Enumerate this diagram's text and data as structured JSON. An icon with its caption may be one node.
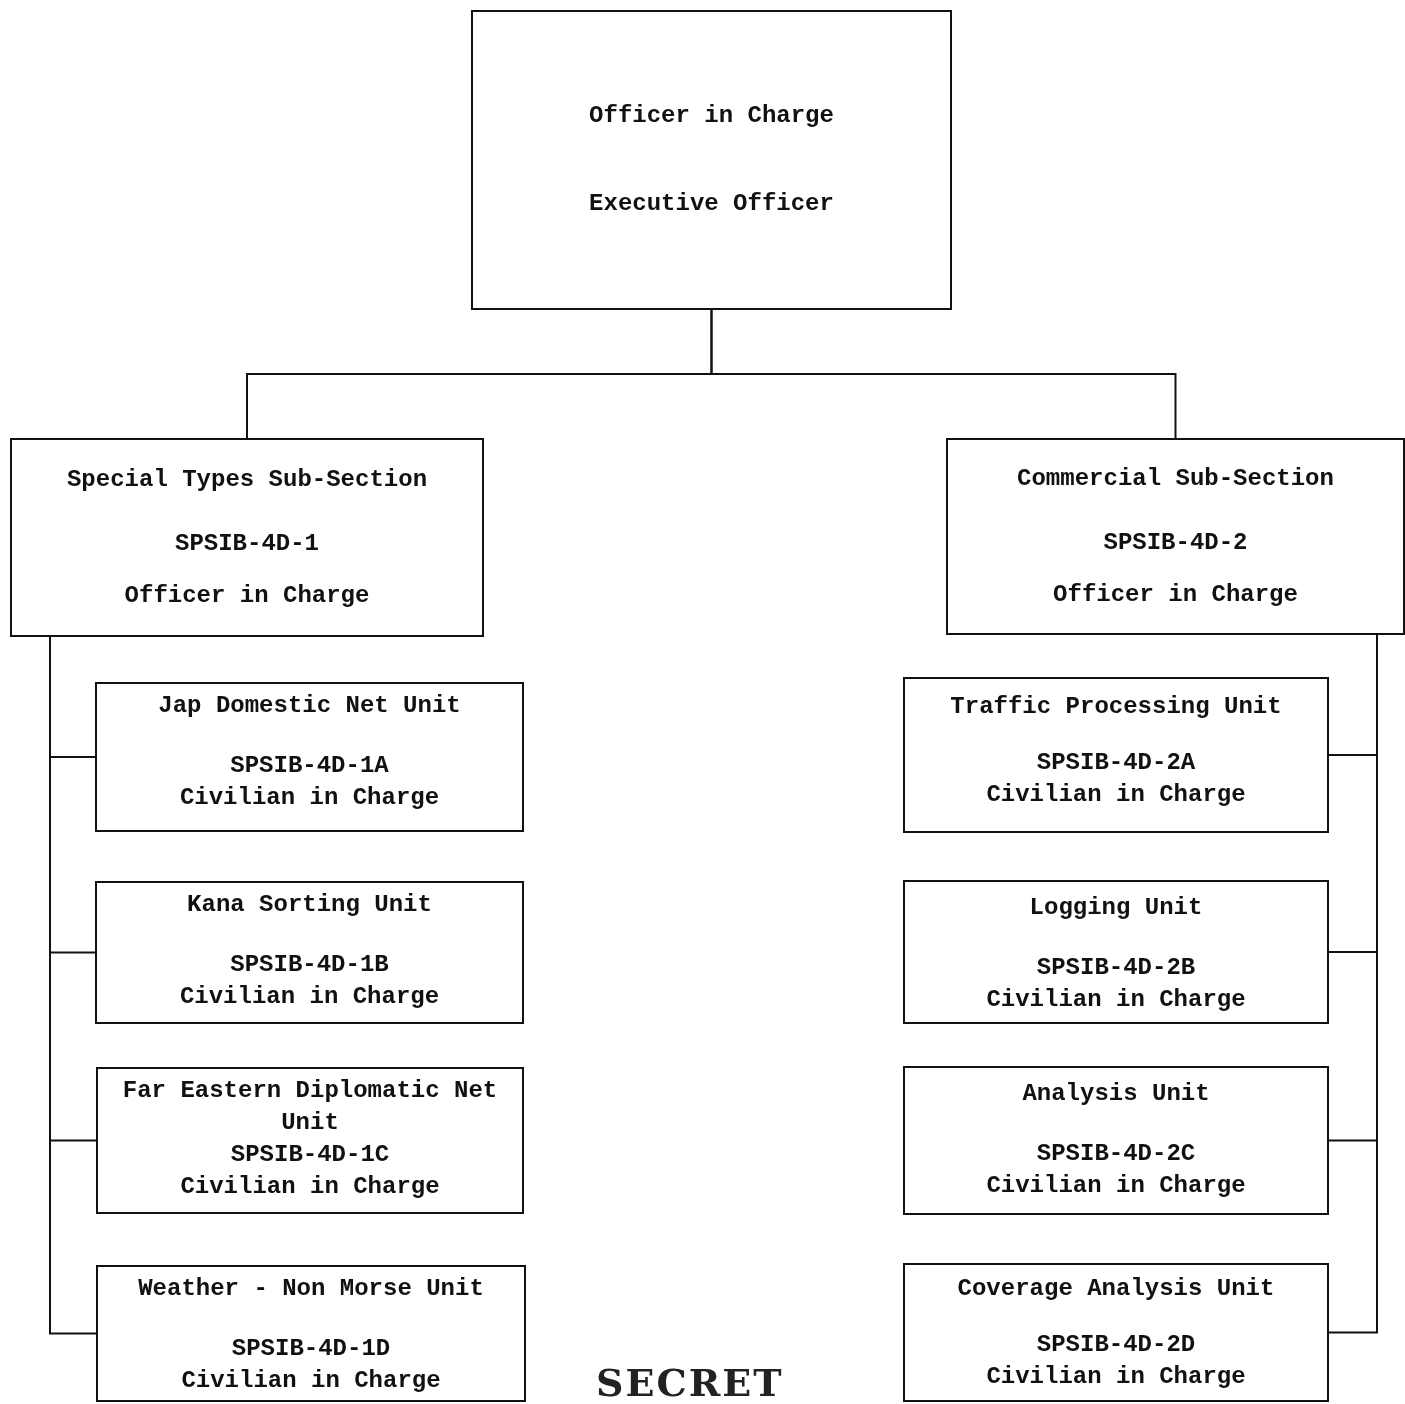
{
  "diagram": {
    "nodes": [
      {
        "text": [
          "Officer in Charge",
          "Executive Officer"
        ]
      },
      {
        "text": [
          "Special Types Sub-Section",
          "SPSIB-4D-1",
          "Officer in Charge"
        ]
      },
      {
        "text": [
          "Commercial Sub-Section",
          "SPSIB-4D-2",
          "Officer in Charge"
        ]
      },
      {
        "text": [
          "Jap Domestic Net Unit",
          "SPSIB-4D-1A",
          "Civilian in Charge"
        ]
      },
      {
        "text": [
          "Kana Sorting Unit",
          "SPSIB-4D-1B",
          "Civilian in Charge"
        ]
      },
      {
        "text": [
          "Far Eastern Diplomatic Net Unit",
          "SPSIB-4D-1C",
          "Civilian in Charge"
        ]
      },
      {
        "text": [
          "Weather - Non Morse Unit",
          "SPSIB-4D-1D",
          "Civilian in Charge"
        ]
      },
      {
        "text": [
          "Traffic Processing Unit",
          "SPSIB-4D-2A",
          "Civilian in Charge"
        ]
      },
      {
        "text": [
          "Logging Unit",
          "SPSIB-4D-2B",
          "Civilian in Charge"
        ]
      },
      {
        "text": [
          "Analysis Unit",
          "SPSIB-4D-2C",
          "Civilian in Charge"
        ]
      },
      {
        "text": [
          "Coverage Analysis Unit",
          "SPSIB-4D-2D",
          "Civilian in Charge"
        ]
      }
    ],
    "edges": [
      {
        "from": 0,
        "to": 1,
        "arrow": "none"
      },
      {
        "from": 0,
        "to": 2,
        "arrow": "none"
      },
      {
        "from": 1,
        "to": 3,
        "arrow": "none"
      },
      {
        "from": 1,
        "to": 4,
        "arrow": "none"
      },
      {
        "from": 1,
        "to": 5,
        "arrow": "none"
      },
      {
        "from": 1,
        "to": 6,
        "arrow": "none"
      },
      {
        "from": 2,
        "to": 7,
        "arrow": "none"
      },
      {
        "from": 2,
        "to": 8,
        "arrow": "none"
      },
      {
        "from": 2,
        "to": 9,
        "arrow": "none"
      },
      {
        "from": 2,
        "to": 10,
        "arrow": "none"
      }
    ],
    "labels": [
      "SECRET"
    ]
  }
}
